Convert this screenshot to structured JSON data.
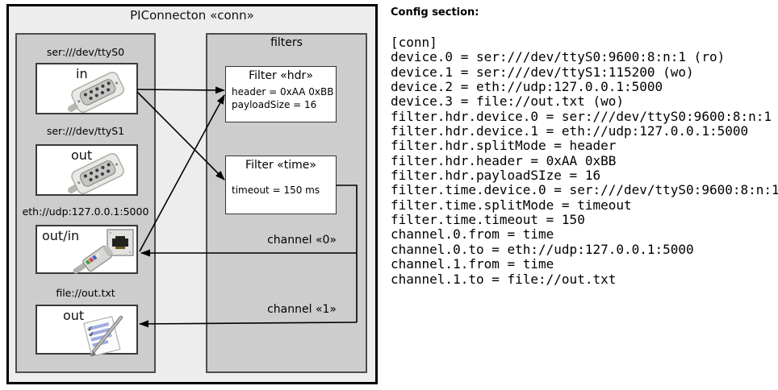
{
  "diagram": {
    "title": "PIConnecton «conn»",
    "devices_panel": {
      "devices": [
        {
          "uri": "ser:///dev/ttyS0",
          "role": "in",
          "icon": "serial-connector-icon"
        },
        {
          "uri": "ser:///dev/ttyS1",
          "role": "out",
          "icon": "serial-connector-icon"
        },
        {
          "uri": "eth://udp:127.0.0.1:5000",
          "role": "out/in",
          "icon": "ethernet-connector-icon"
        },
        {
          "uri": "file://out.txt",
          "role": "out",
          "icon": "notepad-icon"
        }
      ]
    },
    "filters_panel": {
      "label": "filters",
      "filters": [
        {
          "title": "Filter «hdr»",
          "properties": [
            "header = 0xAA 0xBB",
            "payloadSize = 16"
          ]
        },
        {
          "title": "Filter «time»",
          "properties": [
            "timeout = 150 ms"
          ]
        }
      ]
    },
    "channels": [
      {
        "label": "channel «0»"
      },
      {
        "label": "channel «1»"
      }
    ],
    "colors": {
      "outer_fill": "#ededed",
      "panel_fill": "#cdcdcd",
      "box_fill": "#ffffff",
      "line": "#000000"
    }
  },
  "config": {
    "heading": "Config section:",
    "lines": [
      "[conn]",
      "device.0 = ser:///dev/ttyS0:9600:8:n:1 (ro)",
      "device.1 = ser:///dev/ttyS1:115200 (wo)",
      "device.2 = eth://udp:127.0.0.1:5000",
      "device.3 = file://out.txt (wo)",
      "filter.hdr.device.0 = ser:///dev/ttyS0:9600:8:n:1",
      "filter.hdr.device.1 = eth://udp:127.0.0.1:5000",
      "filter.hdr.splitMode = header",
      "filter.hdr.header = 0xAA 0xBB",
      "filter.hdr.payloadSIze = 16",
      "filter.time.device.0 = ser:///dev/ttyS0:9600:8:n:1",
      "filter.time.splitMode = timeout",
      "filter.time.timeout = 150",
      "channel.0.from = time",
      "channel.0.to = eth://udp:127.0.0.1:5000",
      "channel.1.from = time",
      "channel.1.to = file://out.txt"
    ]
  }
}
